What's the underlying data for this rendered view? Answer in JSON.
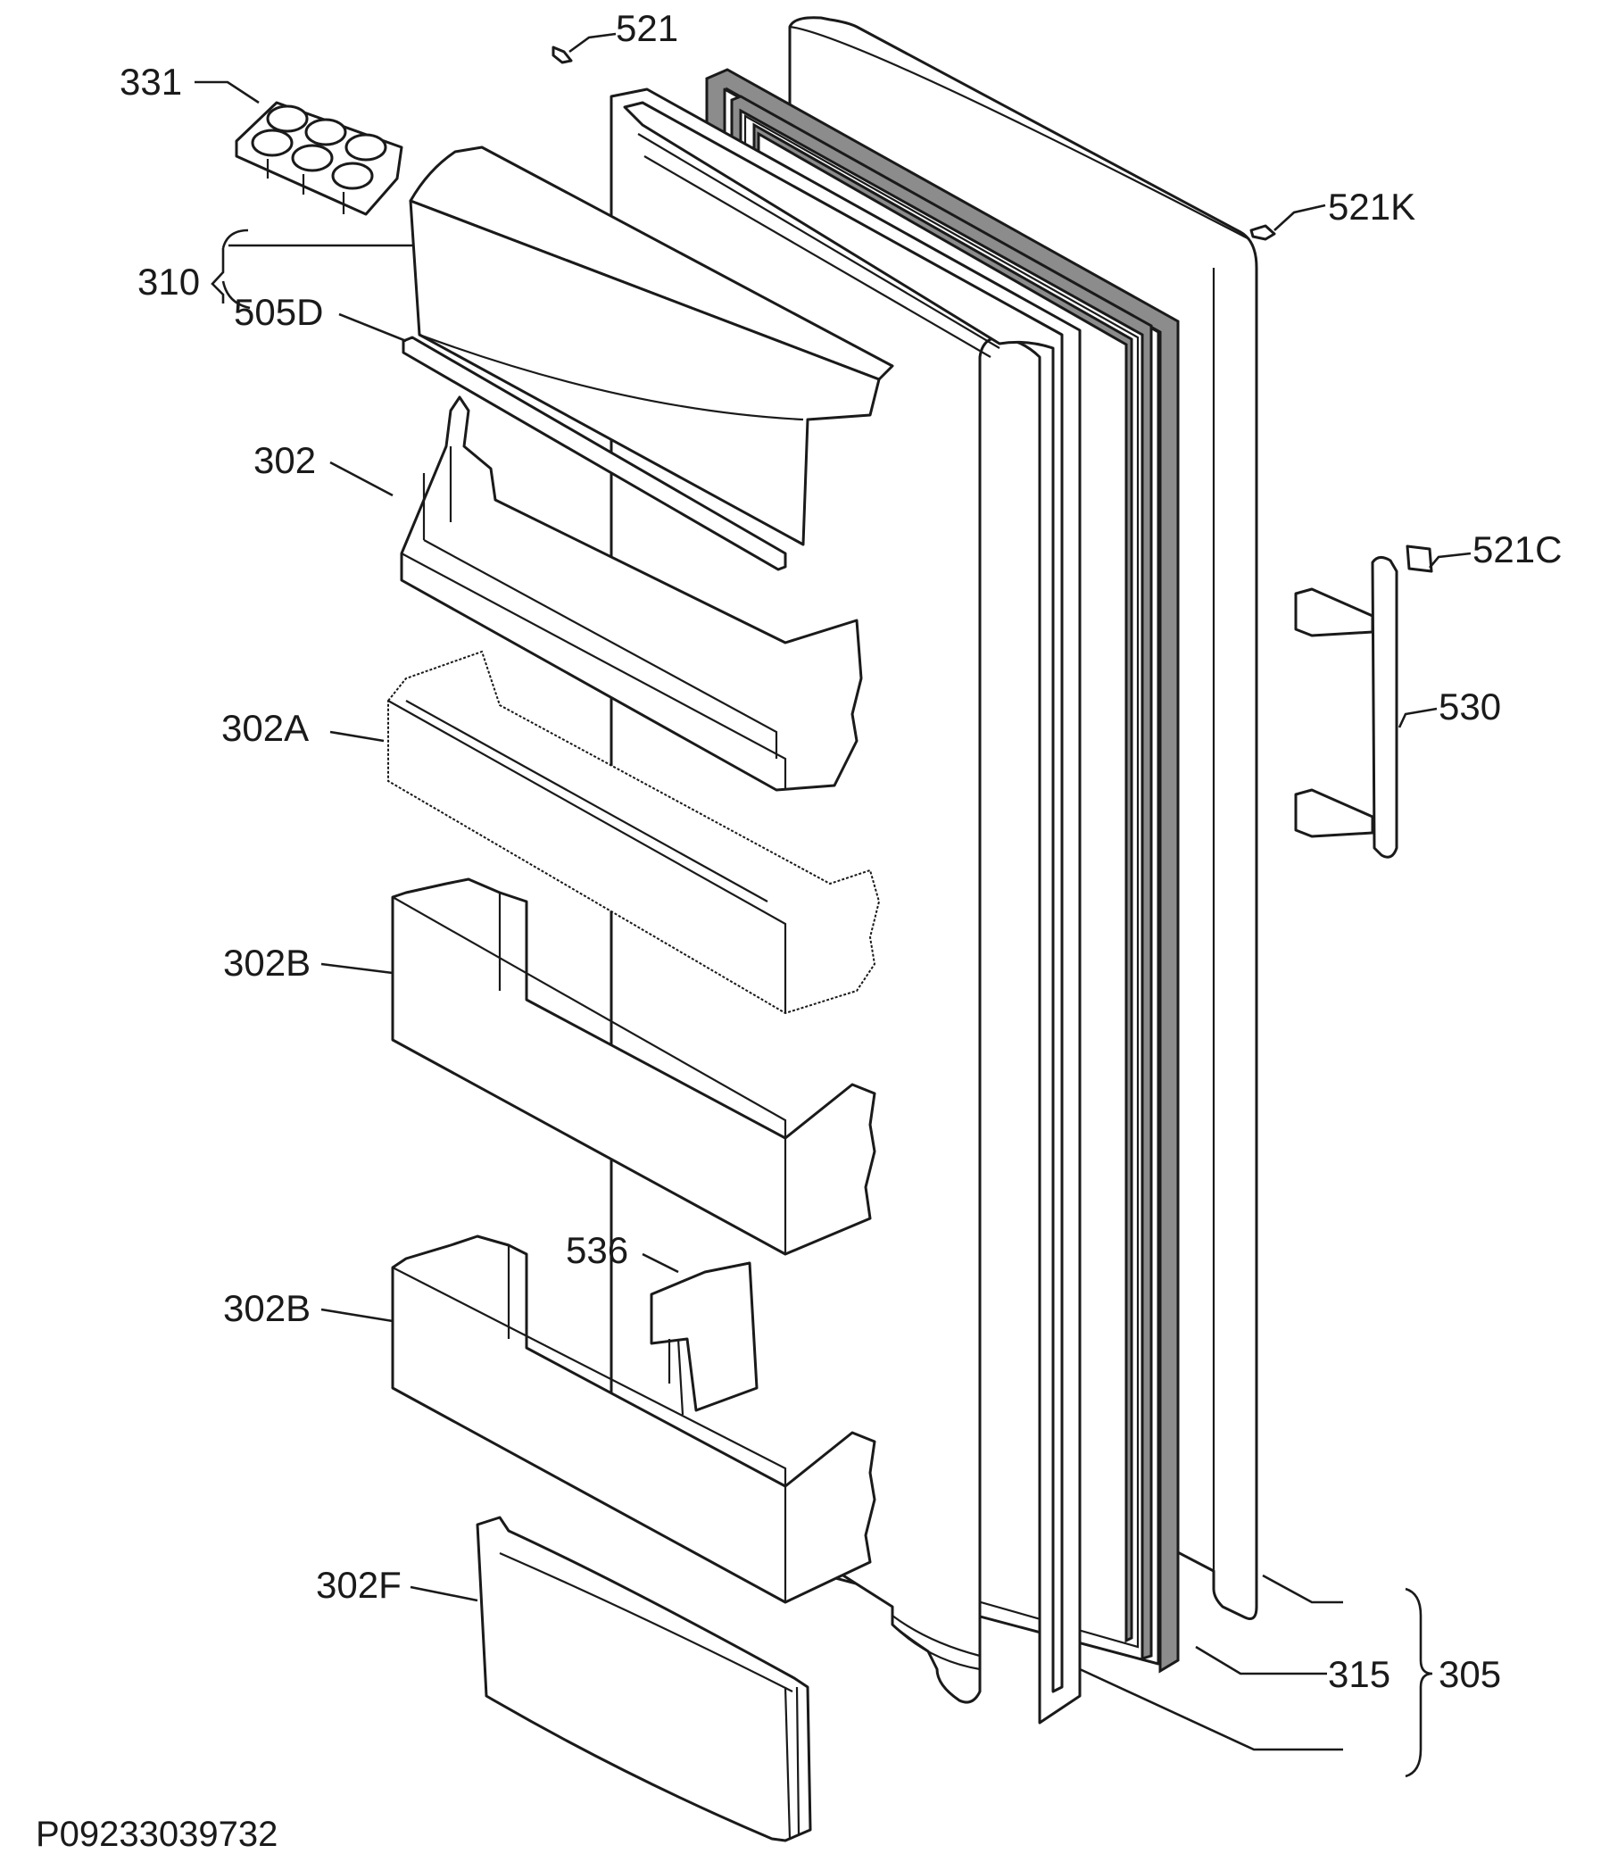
{
  "labels": {
    "p331": "331",
    "p521": "521",
    "p521K": "521K",
    "p310": "310",
    "p505D": "505D",
    "p302": "302",
    "p521C": "521C",
    "p530": "530",
    "p302A": "302A",
    "p302B_upper": "302B",
    "p536": "536",
    "p302B_lower": "302B",
    "p302F": "302F",
    "p315": "315",
    "p305": "305"
  },
  "document_number": "P09233039732"
}
